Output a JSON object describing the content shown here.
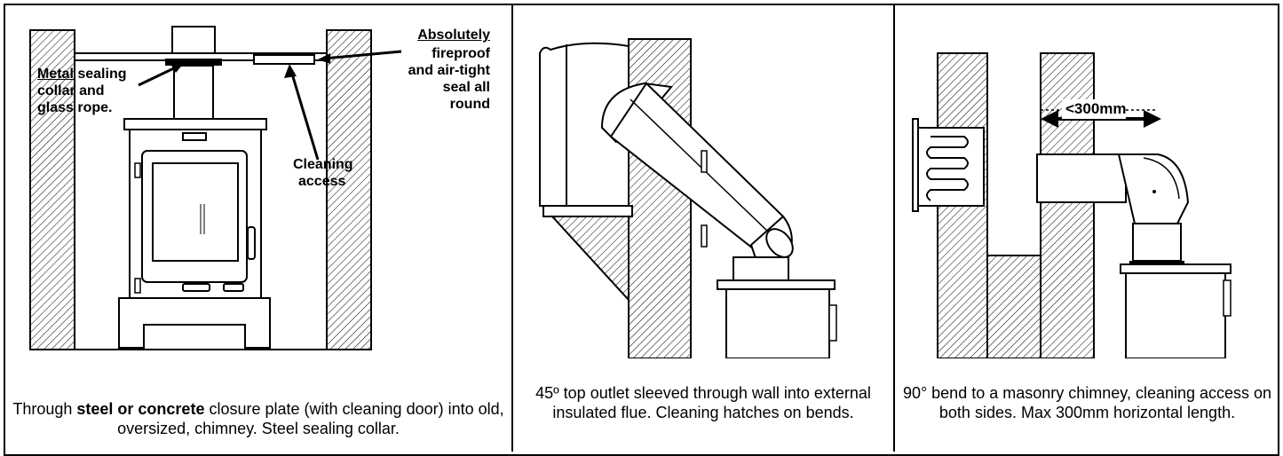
{
  "panel1": {
    "label_metal": "Metal",
    "label_sealing": " sealing",
    "label_collar": "collar and",
    "label_glass": "glass rope.",
    "label_absolutely": "Absolutely",
    "label_fireproof": "fireproof",
    "label_airtight": "and air-tight",
    "label_seal": "seal all",
    "label_round": "round",
    "label_cleaning": "Cleaning",
    "label_access": "access",
    "caption_pre": "Through ",
    "caption_bold": "steel or concrete",
    "caption_post": " closure plate (with cleaning door) into old, oversized, chimney. Steel sealing collar."
  },
  "panel2": {
    "caption": "45º top outlet sleeved through wall into external insulated flue. Cleaning hatches on bends."
  },
  "panel3": {
    "label_measure": "<300mm",
    "caption": "90° bend to a masonry chimney, cleaning access on both sides. Max 300mm horizontal length."
  }
}
